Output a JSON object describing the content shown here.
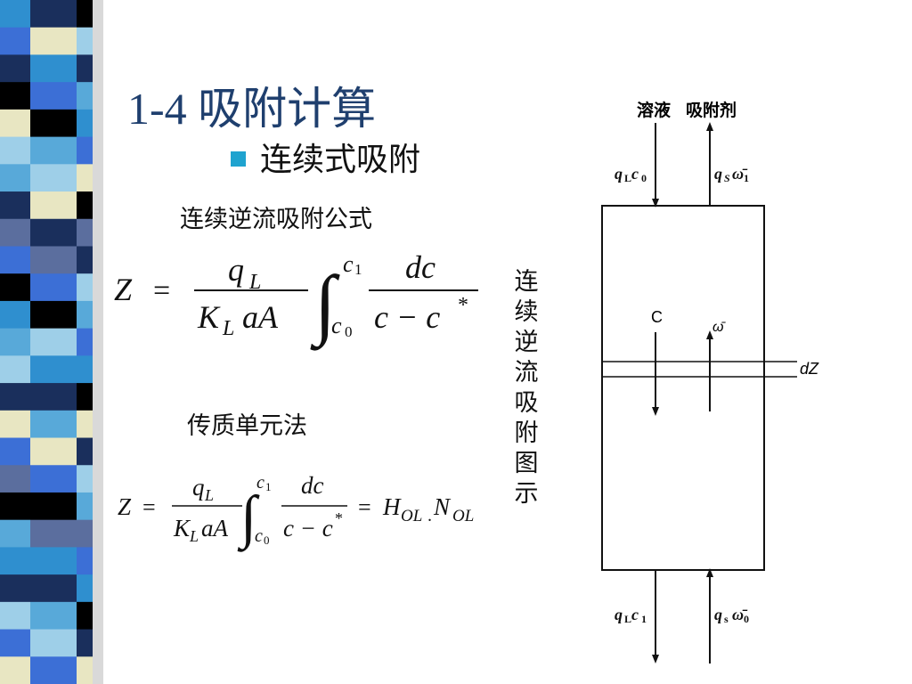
{
  "slide": {
    "title": "1-4 吸附计算",
    "bullet": "连续式吸附",
    "formula1_label": "连续逆流吸附公式",
    "formula2_label": "传质单元法",
    "vertical_caption": [
      "连",
      "续",
      "逆",
      "流",
      "吸",
      "附",
      "图",
      "示"
    ]
  },
  "formula1": {
    "lhs": "Z",
    "equals": "=",
    "num": "q",
    "num_sub": "L",
    "den_k": "K",
    "den_k_sub": "L",
    "den_rest": "aA",
    "upper": "c",
    "upper_sub": "1",
    "lower": "c",
    "lower_sub": "0",
    "int_num": "dc",
    "int_den": "c − c",
    "star": "*"
  },
  "formula2": {
    "lhs": "Z",
    "equals": "=",
    "num": "q",
    "num_sub": "L",
    "den_k": "K",
    "den_k_sub": "L",
    "den_rest": "aA",
    "upper": "c",
    "upper_sub": "1",
    "lower": "c",
    "lower_sub": "0",
    "int_num": "dc",
    "int_den": "c − c",
    "star": "*",
    "rhs_eq": "=",
    "h": "H",
    "h_sub": "OL",
    "dot": ".",
    "n": "N",
    "n_sub": "OL"
  },
  "diagram": {
    "top_left_label": "溶液",
    "top_right_label": "吸附剂",
    "in_top_left_q": "q",
    "in_top_left_q_sub": "L",
    "in_top_left_c": "c",
    "in_top_left_c_sub": "0",
    "out_top_right_q": "q",
    "out_top_right_q_sub": "S",
    "out_top_right_w": "ω̄",
    "out_top_right_w_sub": "1",
    "mid_c": "C",
    "mid_w": "ω̄",
    "dz": "dZ",
    "bot_left_q": "q",
    "bot_left_q_sub": "L",
    "bot_left_c": "c",
    "bot_left_c_sub": "1",
    "bot_right_q": "q",
    "bot_right_q_sub": "s",
    "bot_right_w": "ω̄",
    "bot_right_w_sub": "0"
  },
  "colors": {
    "title": "#1f3f6e",
    "bullet": "#1fa3cf",
    "stripe_palette": [
      "#1a2f5c",
      "#3c6fd6",
      "#58a9d9",
      "#000000",
      "#e8e6c2",
      "#2f8fcf",
      "#9ecfe8",
      "#5b6e9e"
    ]
  }
}
